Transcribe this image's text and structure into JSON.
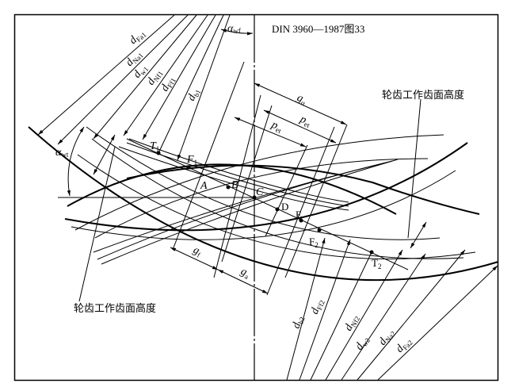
{
  "figure": {
    "caption": "DIN 3960—1987图33",
    "working_flank_height_label_top": "轮齿工作齿面高度",
    "working_flank_height_label_bottom": "轮齿工作齿面高度"
  },
  "points": {
    "A": "A",
    "B": "B",
    "C": "C",
    "D": "D",
    "E": "E",
    "T1": {
      "base": "T",
      "sub": "1"
    },
    "T2": {
      "base": "T",
      "sub": "2"
    },
    "F1": {
      "base": "F",
      "sub": "1"
    },
    "F2": {
      "base": "F",
      "sub": "2"
    }
  },
  "gear1_diameters": [
    {
      "base": "d",
      "sub": "Fa1"
    },
    {
      "base": "d",
      "sub": "Na1"
    },
    {
      "base": "d",
      "sub": "w1"
    },
    {
      "base": "d",
      "sub": "Nf1"
    },
    {
      "base": "d",
      "sub": "Ff1"
    },
    {
      "base": "d",
      "sub": "b1"
    }
  ],
  "gear2_diameters": [
    {
      "base": "d",
      "sub": "b2"
    },
    {
      "base": "d",
      "sub": "Ff2"
    },
    {
      "base": "d",
      "sub": "Nf2"
    },
    {
      "base": "d",
      "sub": "w2"
    },
    {
      "base": "d",
      "sub": "Na2"
    },
    {
      "base": "d",
      "sub": "Fa2"
    }
  ],
  "angles": {
    "alpha_wt": {
      "base": "α",
      "sub": "wt"
    },
    "alpha_wf": {
      "base": "α",
      "sub": "wf"
    }
  },
  "lengths": {
    "g_alpha": {
      "base": "g",
      "sub": "α"
    },
    "p_et_upper": {
      "base": "p",
      "sub": "et"
    },
    "p_et_lower": {
      "base": "p",
      "sub": "et"
    },
    "g_f": {
      "base": "g",
      "sub": "f"
    },
    "g_a": {
      "base": "g",
      "sub": "a"
    }
  }
}
